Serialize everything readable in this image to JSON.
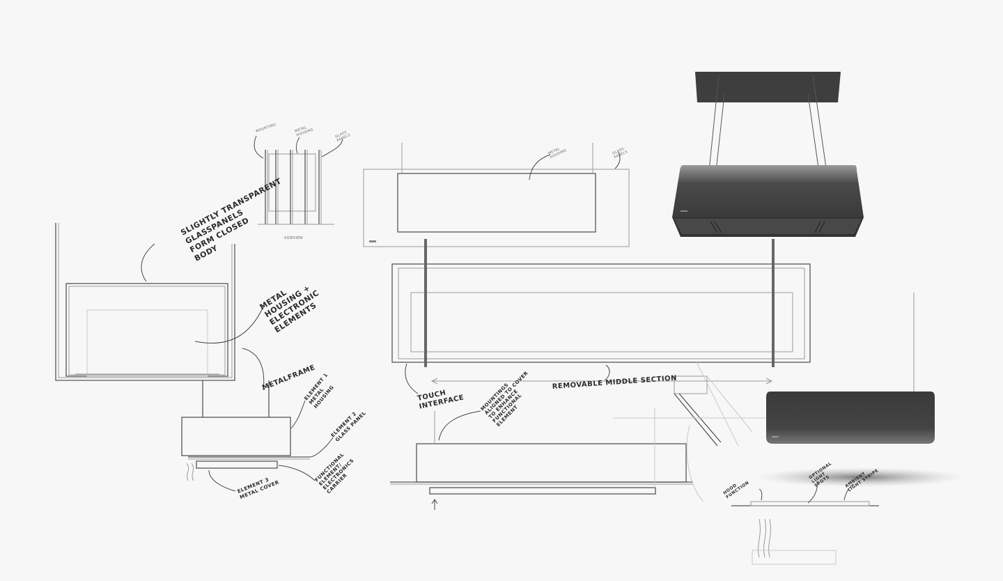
{
  "annotations": {
    "side_mounting": [
      "MOUNTING"
    ],
    "side_metal_housing": [
      "METAL",
      "HOUSING"
    ],
    "side_glass_panels": [
      "GLASS",
      "PANELS"
    ],
    "side_view": [
      "SIDEVIEW"
    ],
    "plan_metal_housing": [
      "METAL",
      "HOUSING"
    ],
    "plan_glass_panels": [
      "GLASS",
      "PANELS"
    ],
    "glasspanels": [
      "SLIGHTLY TRANSPARENT",
      "GLASSPANELS",
      "FORM CLOSED",
      "BODY"
    ],
    "metal_housing_electronics": [
      "METAL",
      "HOUSING +",
      "ELECTRONIC",
      "ELEMENTS"
    ],
    "metalframe": [
      "METALFRAME"
    ],
    "element1": [
      "ELEMENT 1",
      "METAL",
      "HOUSING"
    ],
    "element2": [
      "ELEMENT 2",
      "GLASS PANEL"
    ],
    "element3": [
      "ELEMENT 3",
      "METAL COVER"
    ],
    "functional": [
      "FUNCTIONAL",
      "ELEMENT/",
      "ELECTRONICS",
      "CARRIER"
    ],
    "touch": [
      "TOUCH",
      "INTERFACE"
    ],
    "mountings": [
      "MOUNTINGS",
      "ALIGNED TO COVER",
      "TO ENHANCE",
      "FUNCTIONAL",
      "ELEMENT"
    ],
    "removable": [
      "REMOVABLE MIDDLE SECTION"
    ],
    "hood_function": [
      "HOOD",
      "FUNCTION"
    ],
    "light_spots": [
      "OPTIONAL",
      "LIGHT",
      "SPOTS"
    ],
    "ambient": [
      "AMBIENT",
      "LIGHT STRIPE"
    ]
  },
  "colors": {
    "paper": "#f7f7f7",
    "pencil": "#555555",
    "hood_dark": "#3c3c3c"
  }
}
